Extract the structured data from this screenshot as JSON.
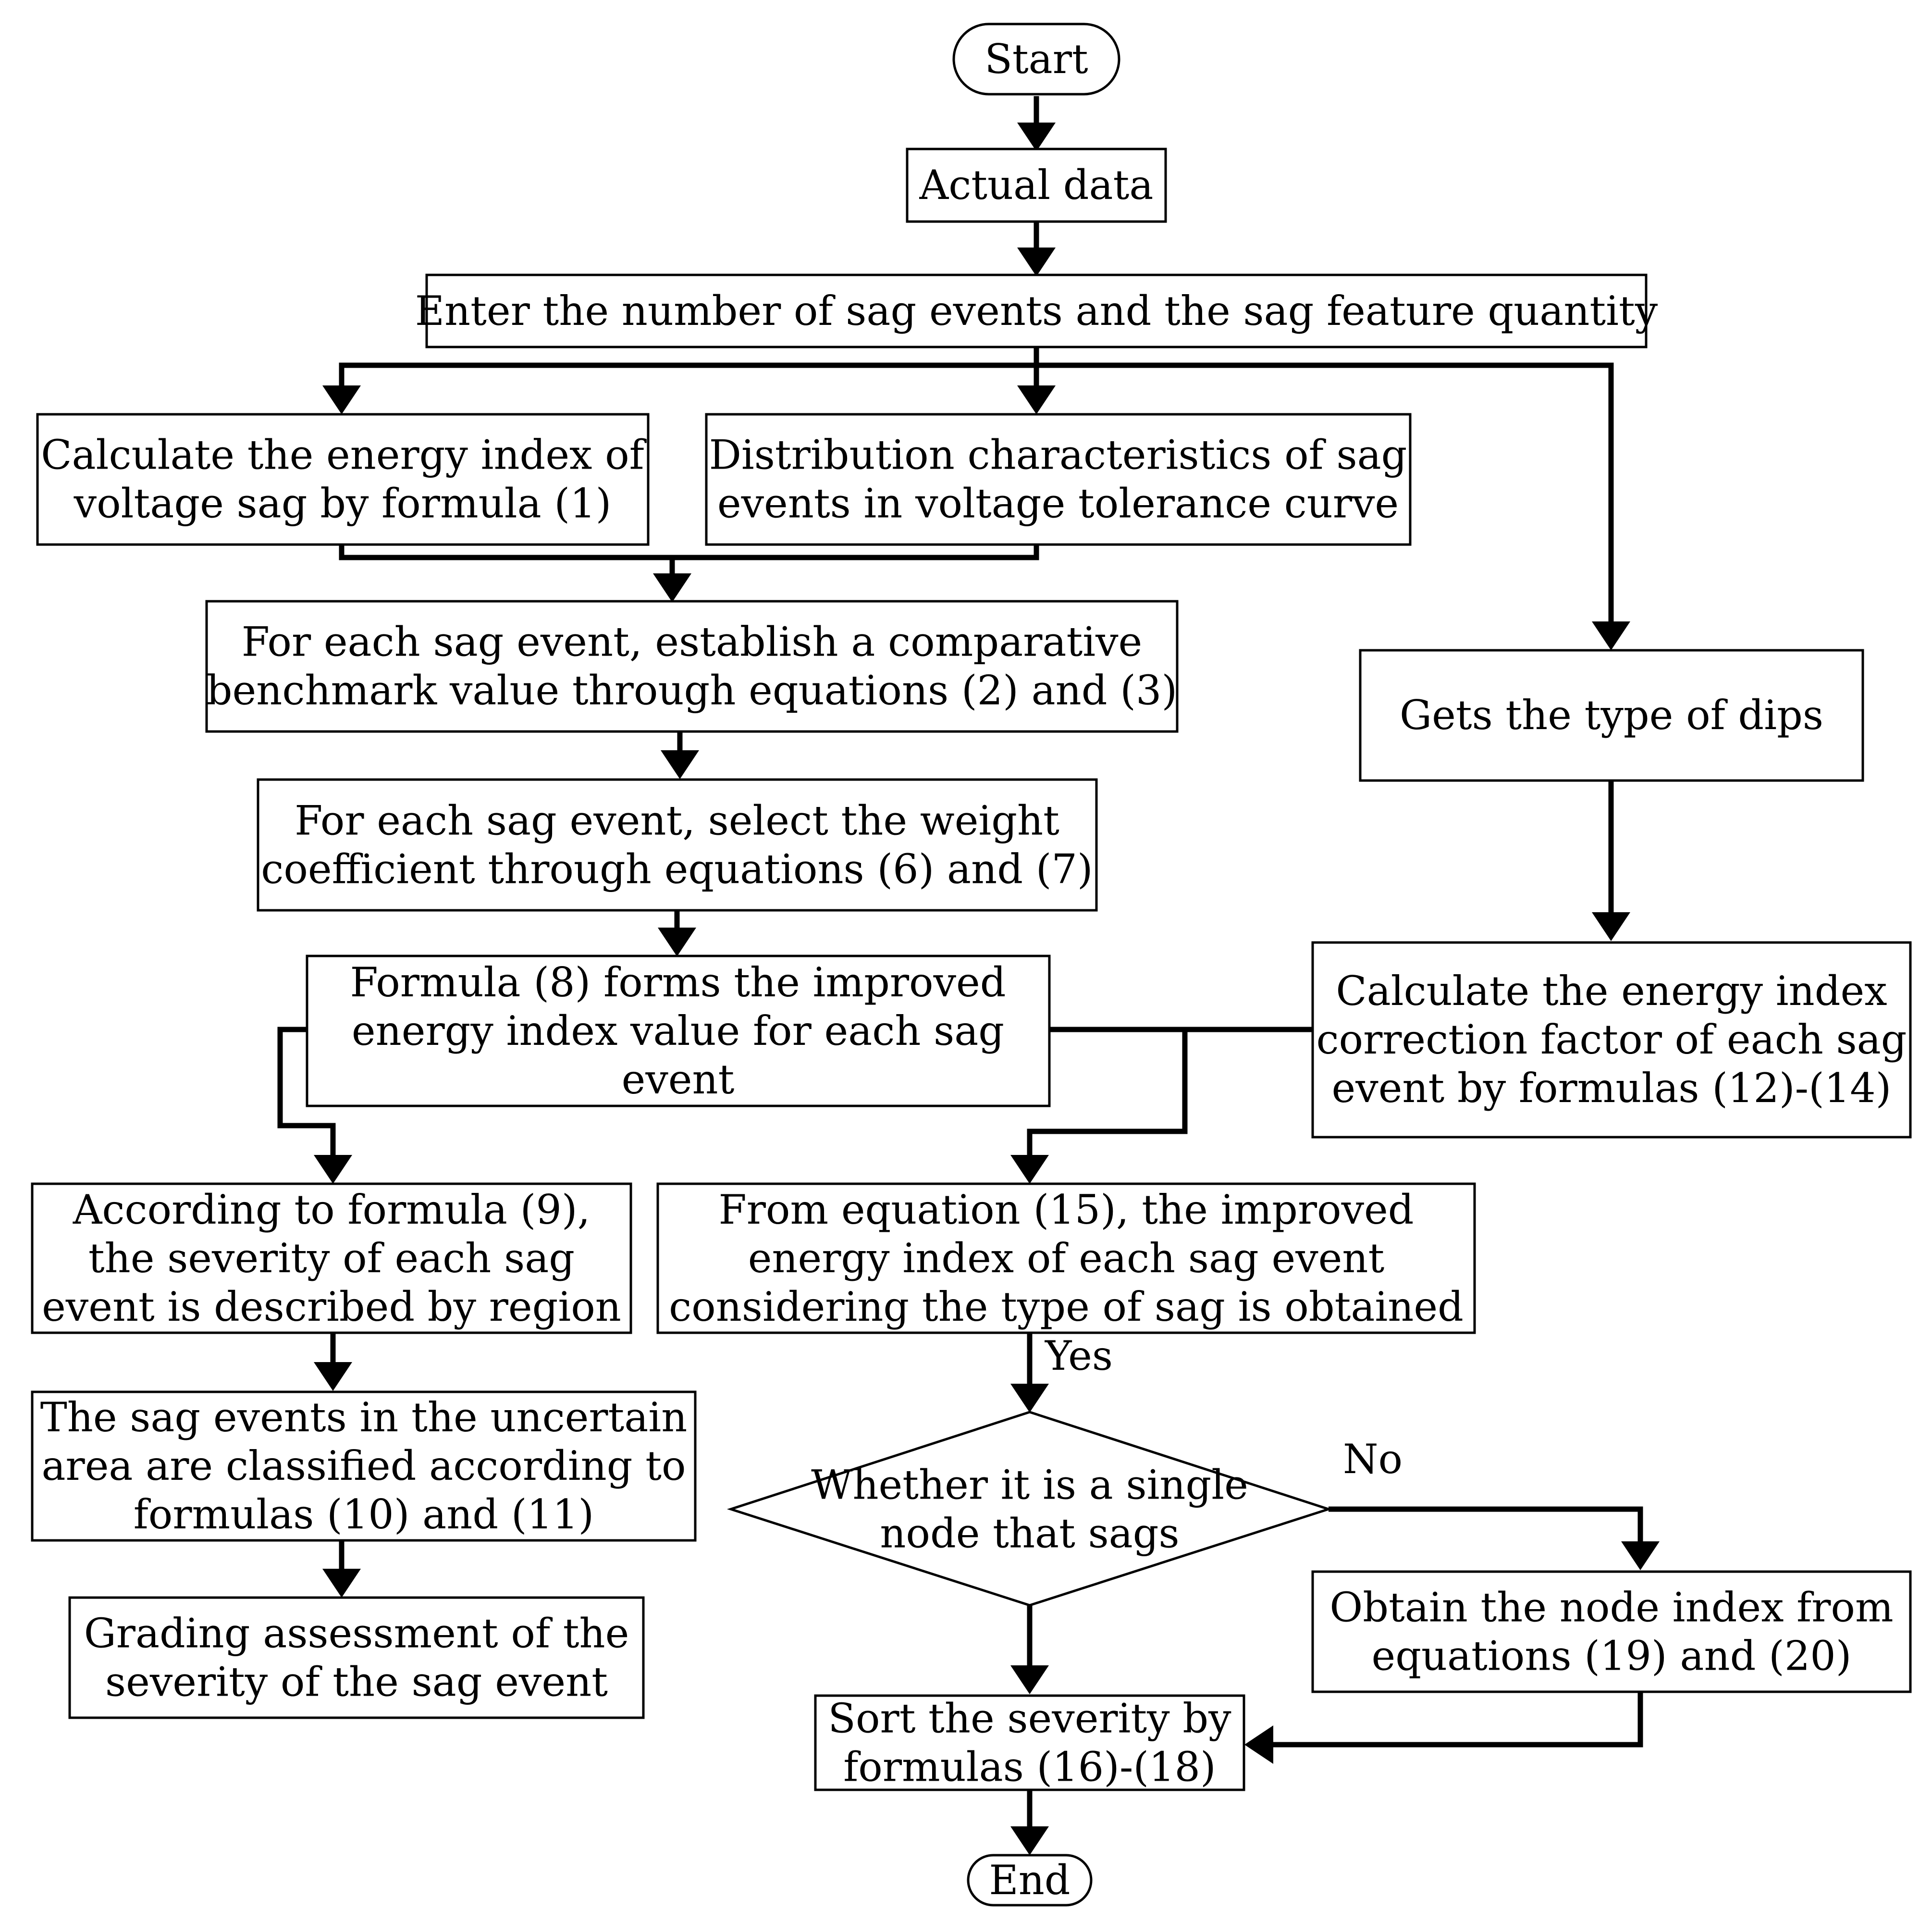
{
  "nodes": {
    "start": {
      "lines": [
        "Start"
      ]
    },
    "actual_data": {
      "lines": [
        "Actual data"
      ]
    },
    "enter_input": {
      "lines": [
        "Enter the number of sag events and the sag feature quantity"
      ]
    },
    "calc_energy_index": {
      "lines": [
        "Calculate the energy index of",
        "voltage sag by formula (1)"
      ]
    },
    "distribution": {
      "lines": [
        "Distribution characteristics of sag",
        "events in voltage tolerance curve"
      ]
    },
    "benchmark": {
      "lines": [
        "For each sag event, establish a comparative",
        "benchmark value through equations (2) and (3)"
      ]
    },
    "dip_type": {
      "lines": [
        "Gets the type of dips"
      ]
    },
    "weight": {
      "lines": [
        "For each sag event, select the weight",
        "coefficient through equations (6) and (7)"
      ]
    },
    "improved_index": {
      "lines": [
        "Formula (8) forms the improved",
        "energy index value for each sag",
        "event"
      ]
    },
    "correction_factor": {
      "lines": [
        "Calculate the energy index",
        "correction factor of each sag",
        "event by formulas (12)-(14)"
      ]
    },
    "region_severity": {
      "lines": [
        "According to formula (9),",
        "the severity of each sag",
        "event is described by region"
      ]
    },
    "type_index": {
      "lines": [
        "From equation (15), the improved",
        "energy index of each sag event",
        "considering the type of sag is obtained"
      ]
    },
    "uncertain_area": {
      "lines": [
        "The sag events in the uncertain",
        "area are classified according to",
        "formulas (10) and (11)"
      ]
    },
    "single_node": {
      "lines": [
        "Whether it is a single",
        "node that sags"
      ]
    },
    "grading": {
      "lines": [
        "Grading assessment of the",
        "severity of the sag event"
      ]
    },
    "node_index": {
      "lines": [
        "Obtain the node index from",
        "equations (19) and (20)"
      ]
    },
    "sort_severity": {
      "lines": [
        "Sort the severity by",
        "formulas (16)-(18)"
      ]
    },
    "end": {
      "lines": [
        "End"
      ]
    }
  },
  "edge_labels": {
    "yes": "Yes",
    "no": "No"
  }
}
